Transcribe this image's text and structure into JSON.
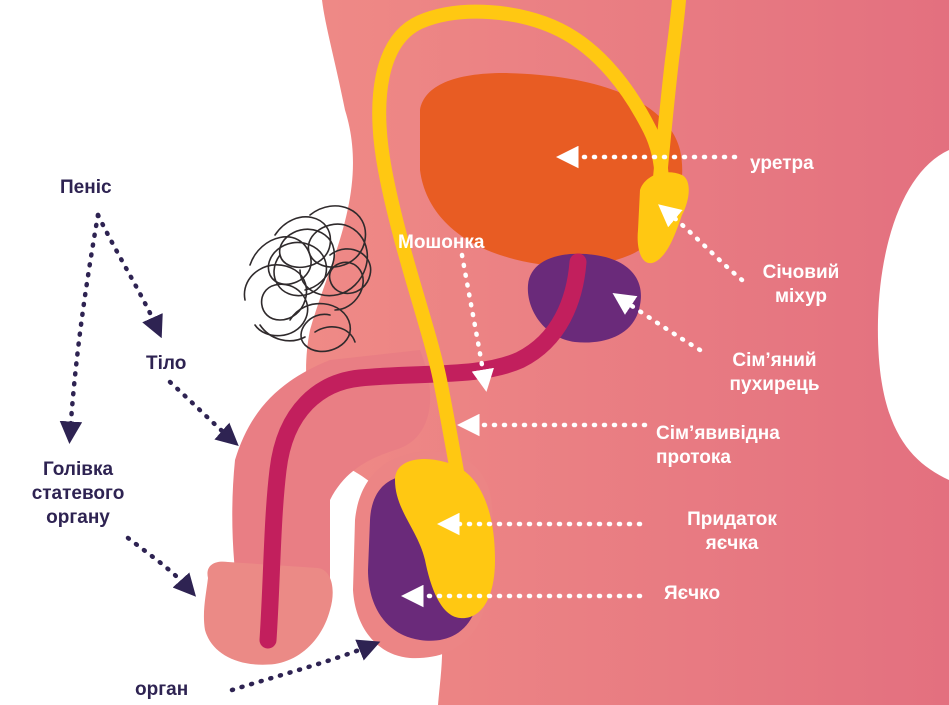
{
  "colors": {
    "body": "#e97e84",
    "body_shadow": "#dd6a78",
    "bladder": "#e85c23",
    "seminal_vesicle": "#6a2a7a",
    "testis": "#6a2a7a",
    "vas_deferens": "#ffc812",
    "urethra": "#c21f5d",
    "label_dark": "#2e2352",
    "label_light": "#ffffff",
    "pointer": "#2e2352"
  },
  "labels": {
    "penis": "Пеніс",
    "body": "Тіло",
    "glans": "Голівка\nстатевого\nоргану",
    "organ": "орган",
    "scrotum": "Мошонка",
    "urethra": "уретра",
    "bladder": "Січовий\nміхур",
    "seminal_vesicle": "Сім’яний\nпухирець",
    "vas_deferens": "Сім’явивідна\nпротока",
    "epididymis": "Придаток\nяєчка",
    "testis": "Яєчко"
  }
}
